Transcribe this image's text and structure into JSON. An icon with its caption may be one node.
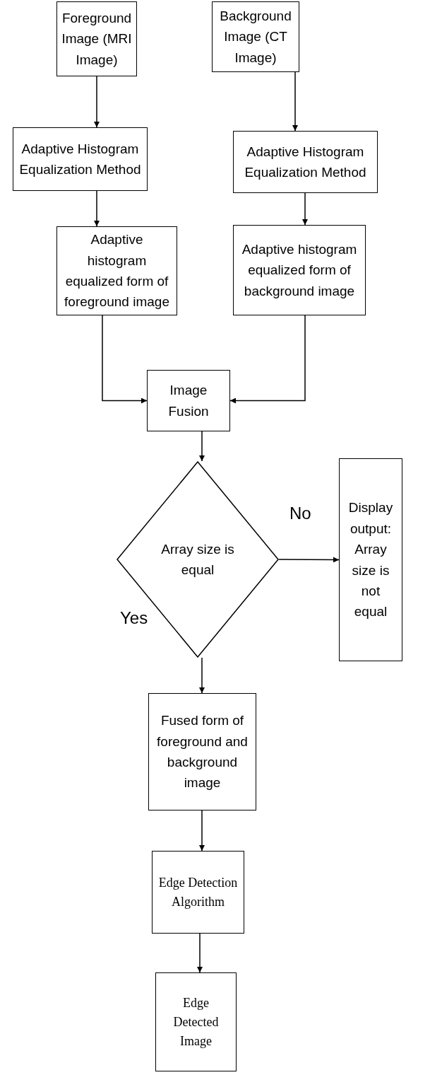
{
  "diagram": {
    "nodes": [
      {
        "text": [
          "Foreground Image (MRI Image)"
        ]
      },
      {
        "text": [
          "Background Image (CT Image)"
        ]
      },
      {
        "text": [
          "Adaptive Histogram Equalization Method"
        ]
      },
      {
        "text": [
          "Adaptive Histogram Equalization Method"
        ]
      },
      {
        "text": [
          "Adaptive histogram equalized form of foreground image"
        ]
      },
      {
        "text": [
          "Adaptive histogram equalized form of background image"
        ]
      },
      {
        "text": [
          "Image Fusion"
        ]
      },
      {
        "text": [
          "Array size is equal"
        ]
      },
      {
        "text": [
          "Display output: Array size is not equal"
        ]
      },
      {
        "text": [
          "Fused form of foreground and background image"
        ]
      },
      {
        "text": [
          "Edge Detection Algorithm"
        ]
      },
      {
        "text": [
          "Edge Detected Image"
        ]
      }
    ],
    "edges": [
      {
        "from": 0,
        "to": 2,
        "arrow": "to"
      },
      {
        "from": 1,
        "to": 3,
        "arrow": "to"
      },
      {
        "from": 2,
        "to": 4,
        "arrow": "to"
      },
      {
        "from": 3,
        "to": 5,
        "arrow": "to"
      },
      {
        "from": 4,
        "to": 6,
        "arrow": "to"
      },
      {
        "from": 5,
        "to": 6,
        "arrow": "to"
      },
      {
        "from": 6,
        "to": 7,
        "arrow": "to"
      },
      {
        "from": 7,
        "to": 8,
        "arrow": "to",
        "label": "No"
      },
      {
        "from": 7,
        "to": 9,
        "arrow": "to",
        "label": "Yes"
      },
      {
        "from": 9,
        "to": 10,
        "arrow": "to"
      },
      {
        "from": 10,
        "to": 11,
        "arrow": "to"
      }
    ]
  }
}
